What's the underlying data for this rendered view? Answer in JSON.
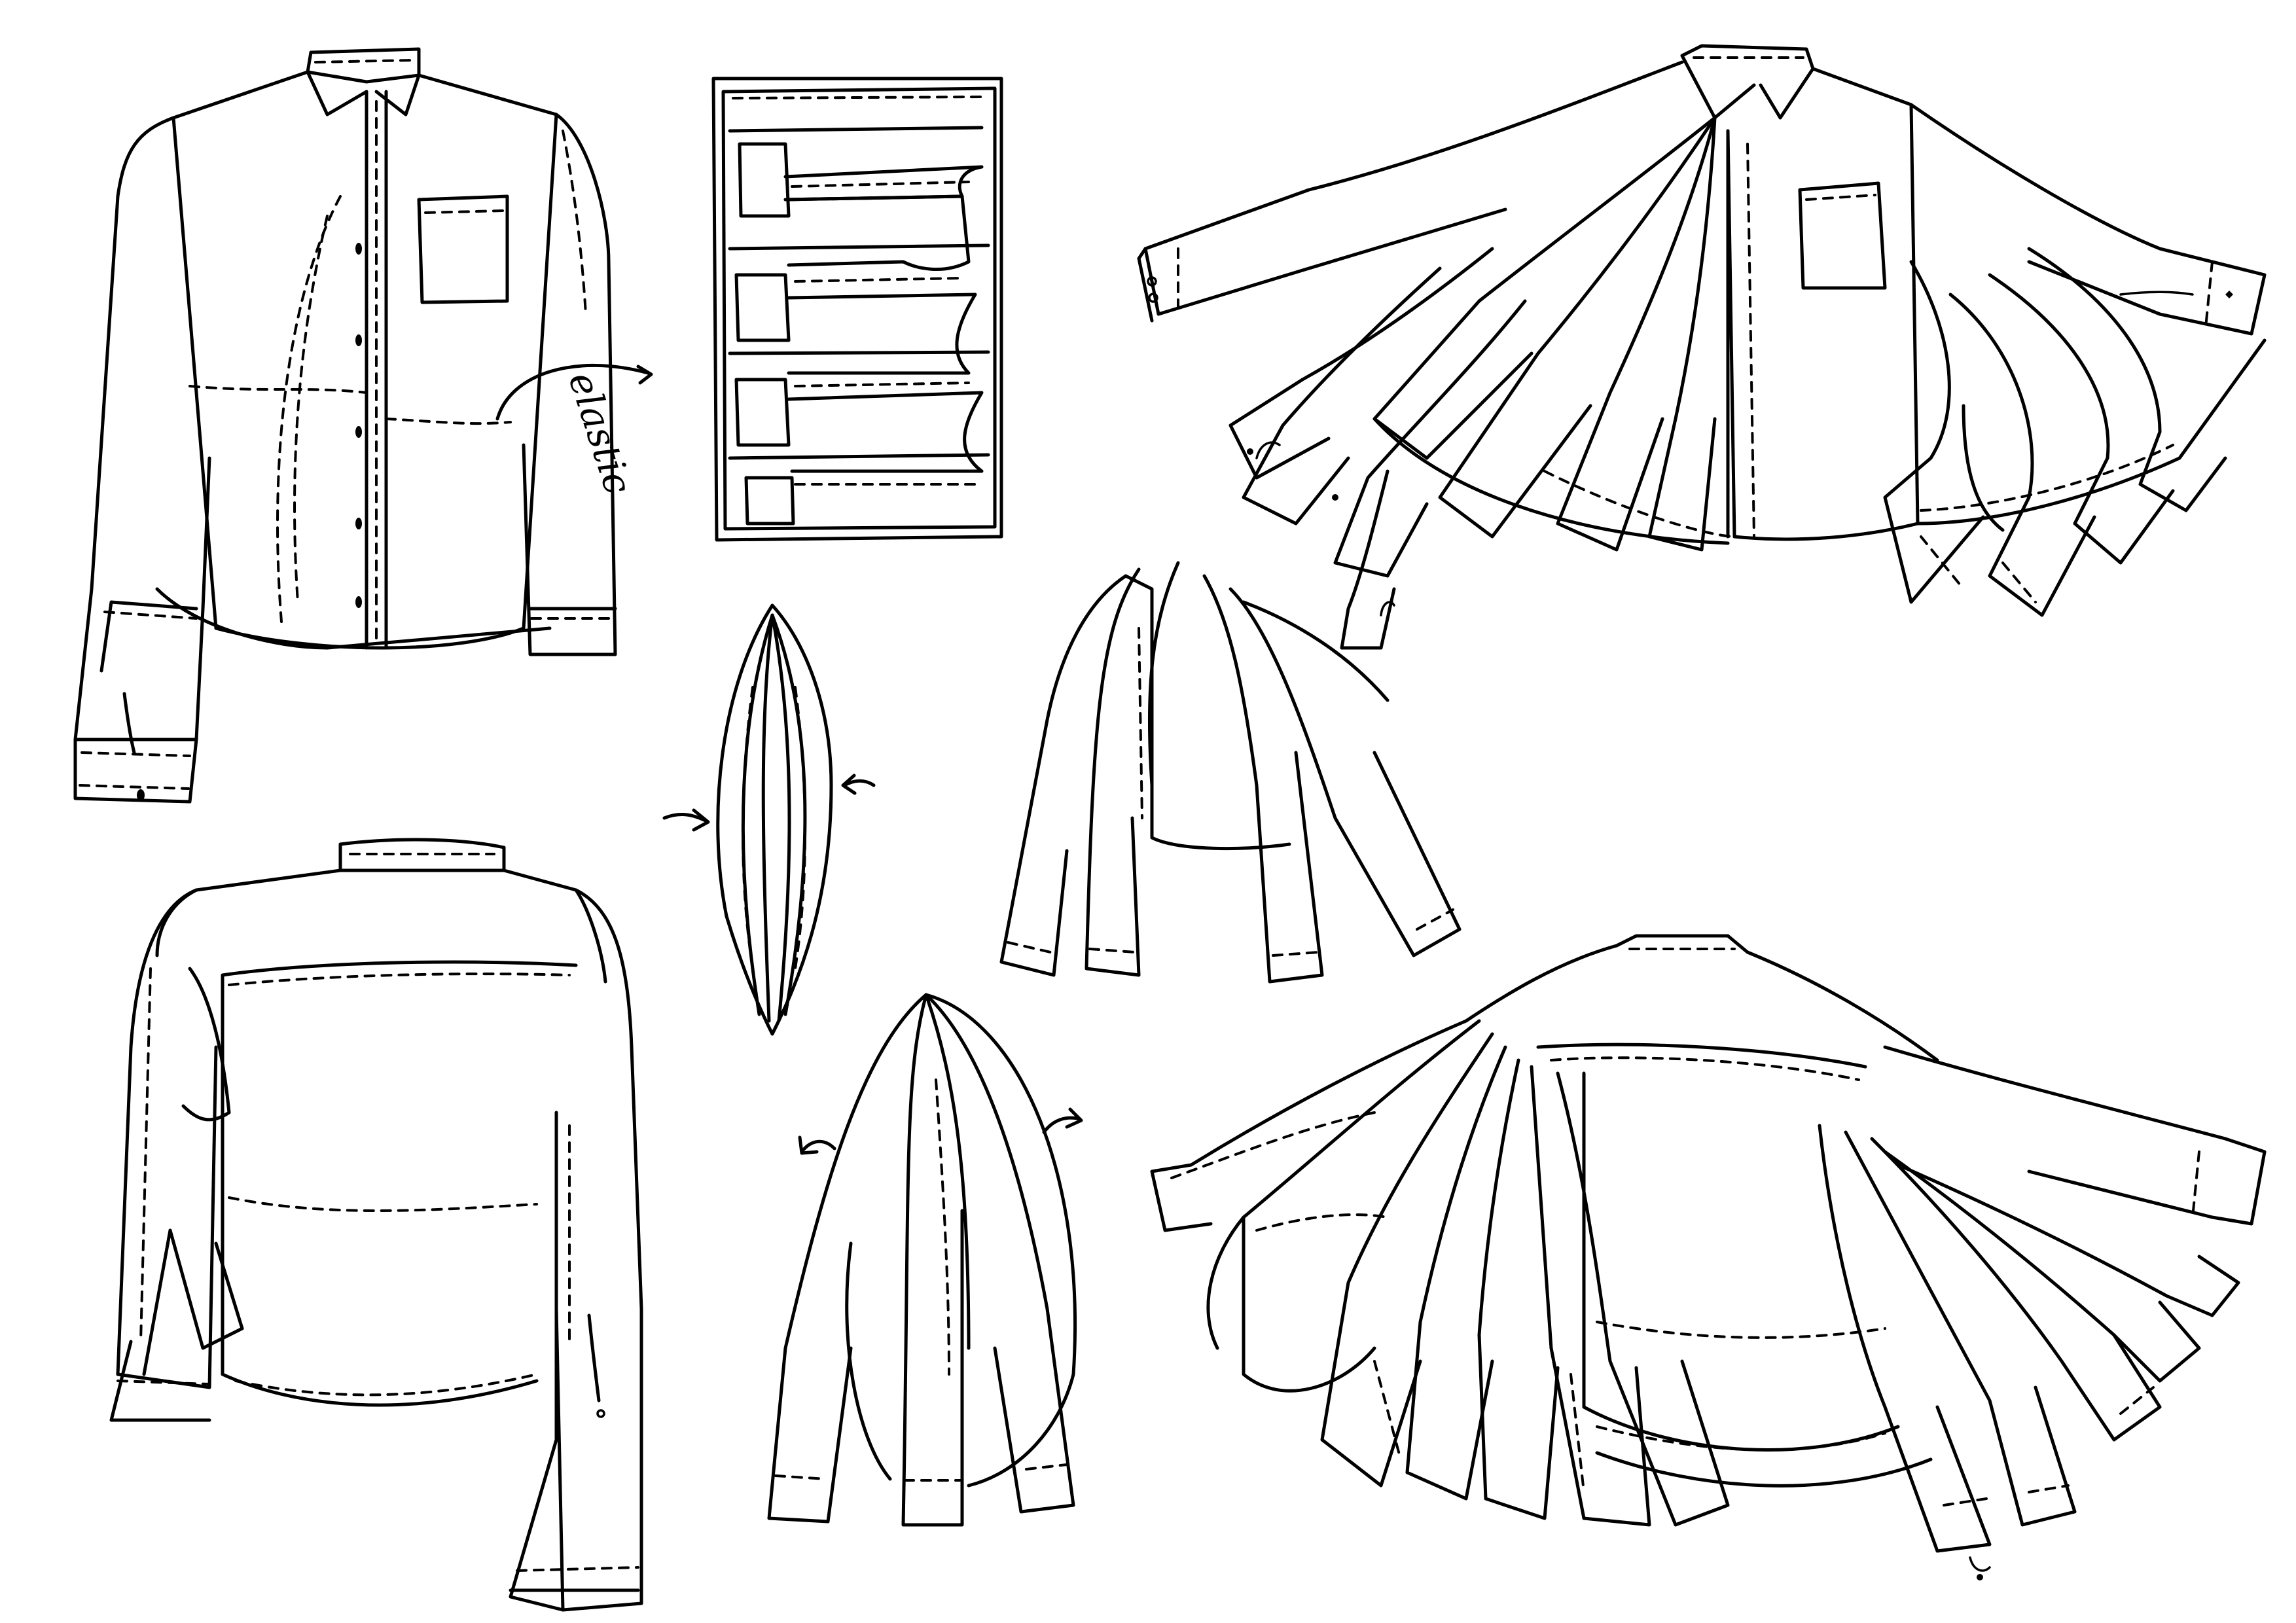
{
  "annotations": {
    "elastic_label": "elastic"
  },
  "drawings": [
    {
      "id": "shirt-front-closed",
      "icon": "shirt-front-icon"
    },
    {
      "id": "folded-panel-detail",
      "icon": "folded-panel-icon"
    },
    {
      "id": "pleat-bundle-compressed",
      "icon": "pleat-bundle-icon"
    },
    {
      "id": "pleat-bundle-spread",
      "icon": "pleat-spread-icon"
    },
    {
      "id": "sleeve-fan-detail",
      "icon": "sleeve-fan-icon"
    },
    {
      "id": "shirt-front-expanded",
      "icon": "shirt-expanded-front-icon"
    },
    {
      "id": "shirt-back-closed",
      "icon": "shirt-back-icon"
    },
    {
      "id": "shirt-back-expanded",
      "icon": "shirt-expanded-back-icon"
    }
  ],
  "colors": {
    "ink": "#000000",
    "paper": "#ffffff"
  }
}
